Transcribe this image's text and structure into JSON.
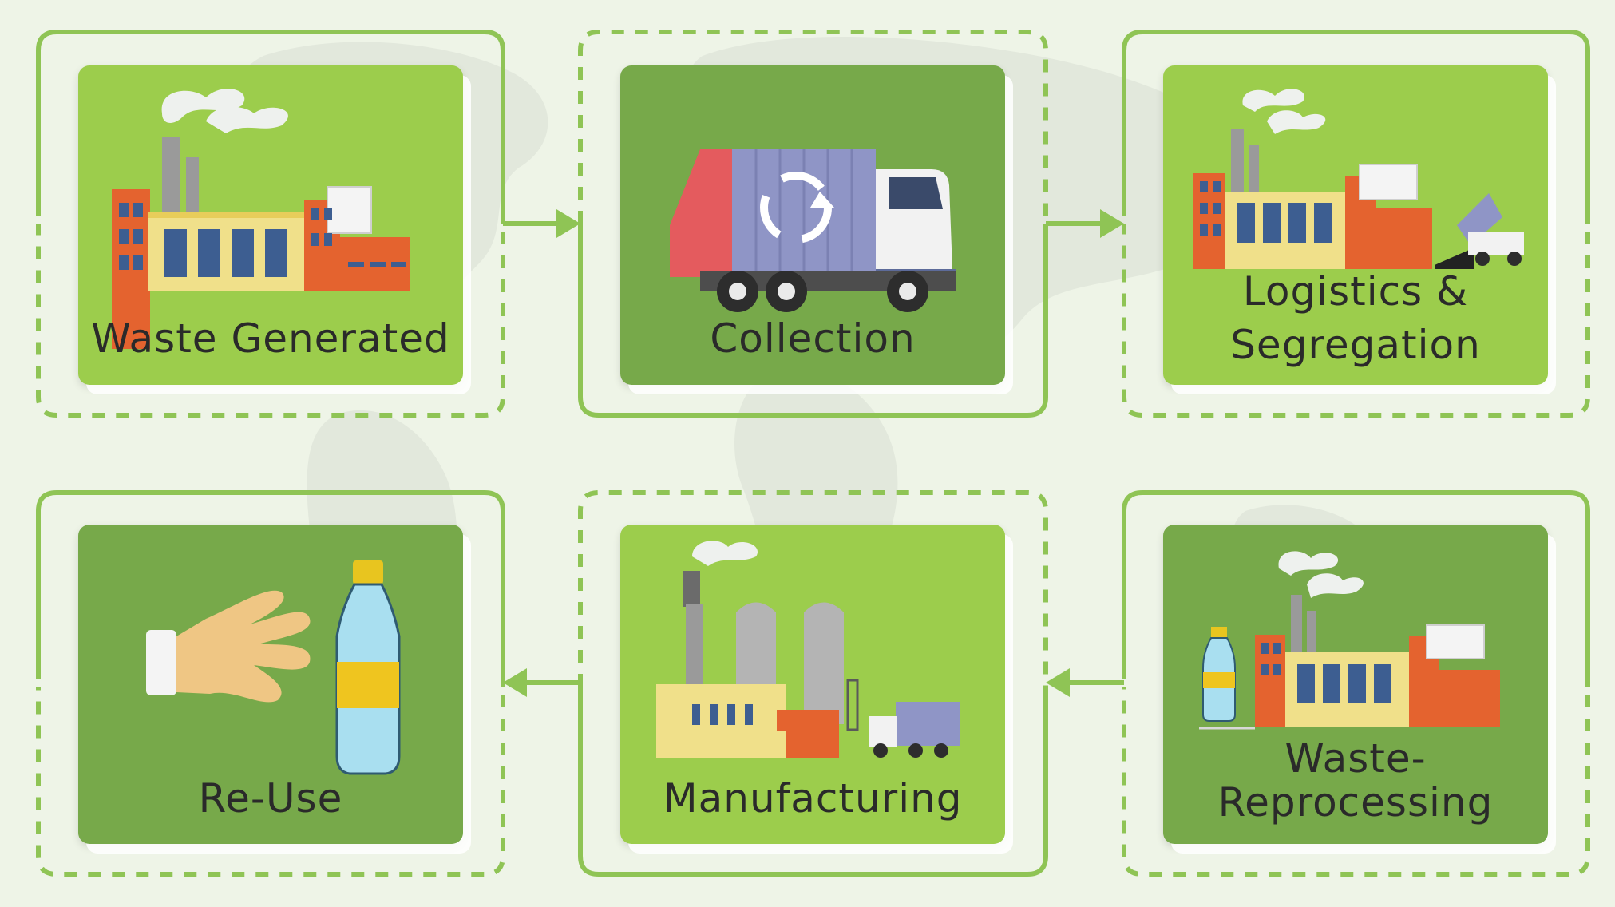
{
  "colors": {
    "background": "#eef4e7",
    "card_light": "#9ccd4c",
    "card_dark": "#77a94a",
    "frame": "#8fc455",
    "text": "#2a2a2a"
  },
  "steps": [
    {
      "label": "Waste Generated",
      "icon": "factory-icon",
      "style": "light"
    },
    {
      "label": "Collection",
      "icon": "garbage-truck-icon",
      "style": "dark"
    },
    {
      "label_line1": "Logistics &",
      "label_line2": "Segregation",
      "icon": "factory-dumper-icon",
      "style": "light"
    },
    {
      "label_line1": "Waste-",
      "label_line2": "Reprocessing",
      "icon": "factory-bottle-icon",
      "style": "dark"
    },
    {
      "label": "Manufacturing",
      "icon": "plant-silo-truck-icon",
      "style": "light"
    },
    {
      "label": "Re-Use",
      "icon": "hand-bottle-icon",
      "style": "dark"
    }
  ],
  "flow": [
    "Waste Generated",
    "Collection",
    "Logistics & Segregation",
    "Waste-Reprocessing",
    "Manufacturing",
    "Re-Use"
  ]
}
